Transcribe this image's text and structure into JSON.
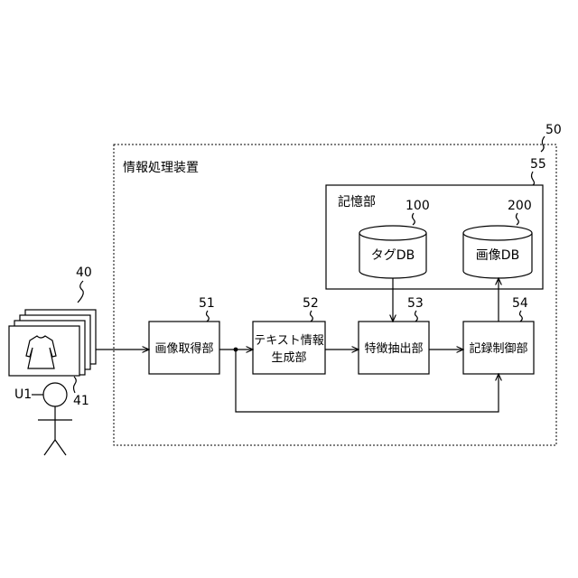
{
  "ref_numbers": {
    "apparatus": "50",
    "storage": "55",
    "images": "40",
    "image_front": "41",
    "tag_db": "100",
    "image_db": "200",
    "acquisition": "51",
    "text_gen": "52",
    "feature": "53",
    "record": "54"
  },
  "labels": {
    "apparatus": "情報処理装置",
    "storage": "記憶部",
    "tag_db": "タグDB",
    "image_db": "画像DB",
    "acquisition": "画像取得部",
    "text_gen_line1": "テキスト情報",
    "text_gen_line2": "生成部",
    "feature": "特徴抽出部",
    "record": "記録制御部",
    "user": "U1"
  },
  "icons": {
    "garment": "dress-icon",
    "user": "stick-figure-icon",
    "database": "cylinder-icon"
  }
}
